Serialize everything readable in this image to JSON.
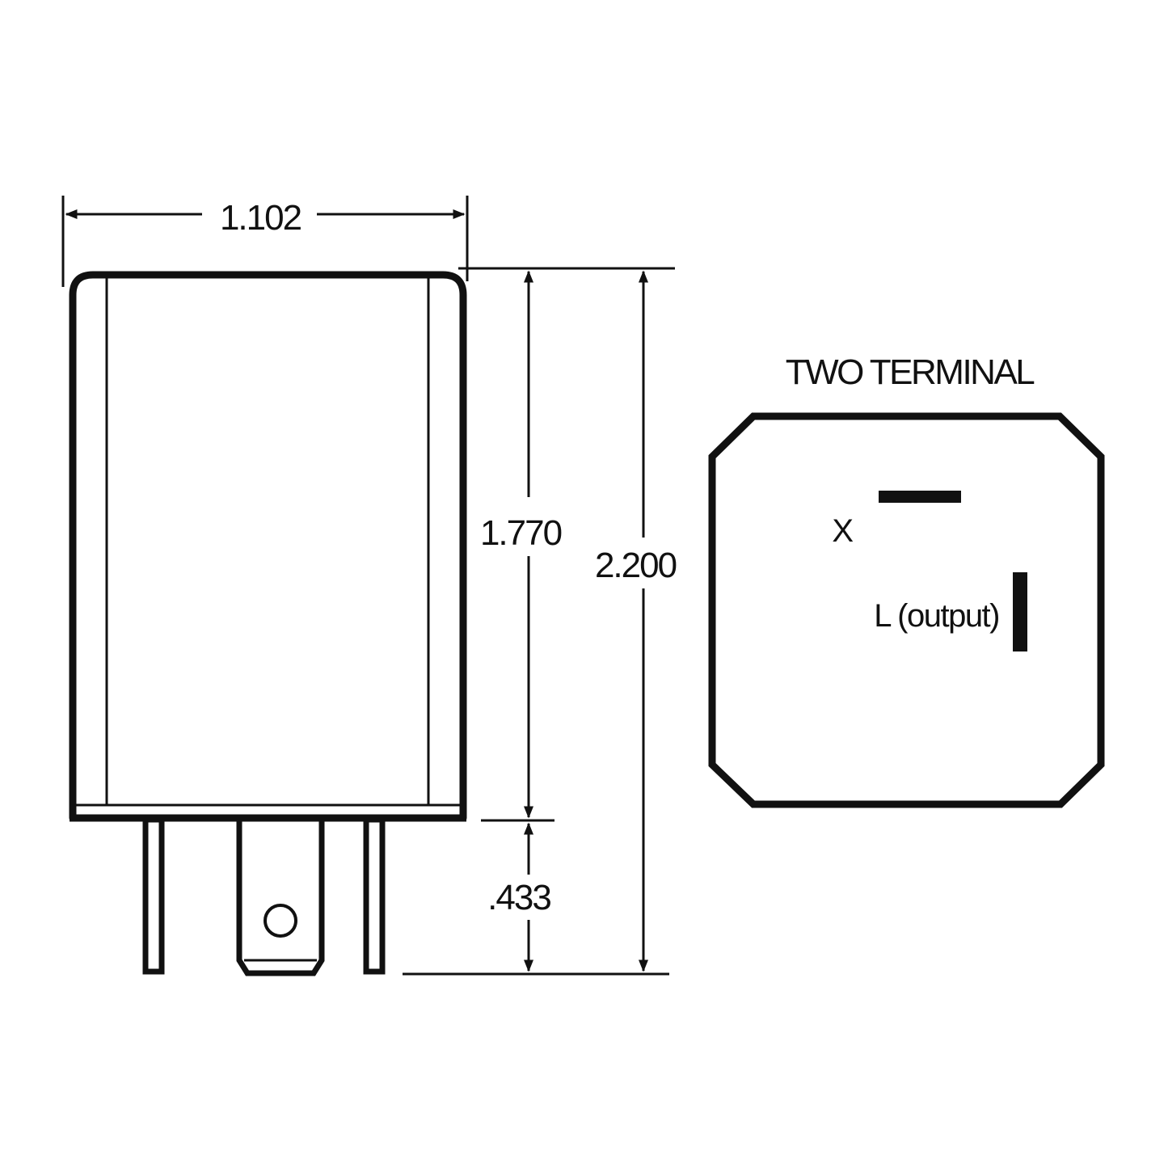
{
  "diagram": {
    "type": "dimensional-drawing",
    "colors": {
      "line": "#111111",
      "background": "#ffffff"
    },
    "side_view": {
      "dimensions": {
        "width": "1.102",
        "body_height": "1.770",
        "overall_height": "2.200",
        "terminal_length": ".433"
      }
    },
    "bottom_view": {
      "title": "TWO TERMINAL",
      "terminals": [
        {
          "label": "X",
          "orientation": "horizontal"
        },
        {
          "label": "L (output)",
          "orientation": "vertical"
        }
      ]
    }
  }
}
